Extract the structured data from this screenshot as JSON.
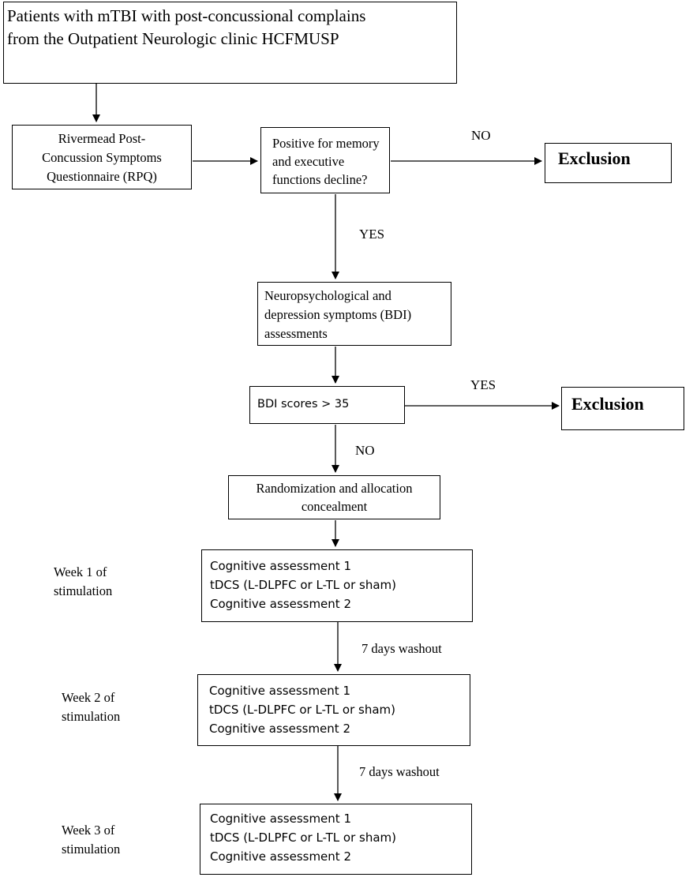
{
  "top_box": {
    "lines": [
      "Patients with mTBI with post-concussional complains",
      "from the Outpatient Neurologic clinic HCFMUSP"
    ]
  },
  "rpq_box": {
    "lines": [
      "Rivermead Post-",
      "Concussion Symptoms",
      "Questionnaire (RPQ)"
    ]
  },
  "decline_box": {
    "lines": [
      "Positive for memory",
      "and executive",
      "functions decline?"
    ]
  },
  "exclusion_1": "Exclusion",
  "exclusion_2": "Exclusion",
  "labels": {
    "no_1": "NO",
    "yes_1": "YES",
    "yes_2": "YES",
    "no_2": "NO",
    "washout_1": "7 days washout",
    "washout_2": "7 days washout"
  },
  "assessment_box": {
    "lines": [
      "Neuropsychological and",
      "depression symptoms (BDI)",
      "assessments"
    ]
  },
  "bdi_box": "BDI scores > 35",
  "randomization_box": {
    "lines": [
      "Randomization and allocation",
      "concealment"
    ]
  },
  "weeks": [
    {
      "label_lines": [
        "Week 1 of",
        "stimulation"
      ],
      "box_lines": [
        "Cognitive assessment 1",
        "tDCS (L-DLPFC or L-TL or sham)",
        "Cognitive assessment 2"
      ]
    },
    {
      "label_lines": [
        "Week 2 of",
        "stimulation"
      ],
      "box_lines": [
        "Cognitive assessment 1",
        "tDCS (L-DLPFC or L-TL or sham)",
        "Cognitive assessment 2"
      ]
    },
    {
      "label_lines": [
        "Week 3 of",
        "stimulation"
      ],
      "box_lines": [
        "Cognitive assessment 1",
        "tDCS (L-DLPFC or L-TL or sham)",
        "Cognitive assessment 2"
      ]
    }
  ],
  "colors": {
    "stroke": "#000000",
    "background": "#ffffff"
  }
}
